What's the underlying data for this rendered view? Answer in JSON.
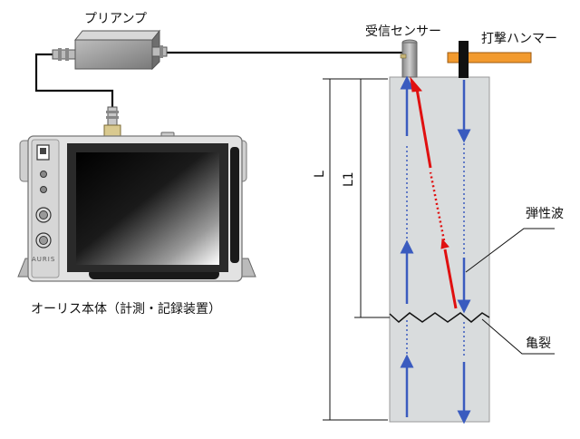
{
  "labels": {
    "preamp": "プリアンプ",
    "sensor": "受信センサー",
    "hammer": "打撃ハンマー",
    "device": "オーリス本体（計測・記録装置）",
    "elastic_wave": "弾性波",
    "crack": "亀裂",
    "dim_L": "L",
    "dim_L1": "L1",
    "brand": "AURIS"
  },
  "colors": {
    "wave_arrow": "#3a5bbf",
    "reflection_arrow": "#e01010",
    "hammer": "#f29a2e",
    "specimen": "#d9dcdd",
    "specimen_edge": "#9a9a9a",
    "device_body": "#dedede",
    "screen": "#000000"
  }
}
